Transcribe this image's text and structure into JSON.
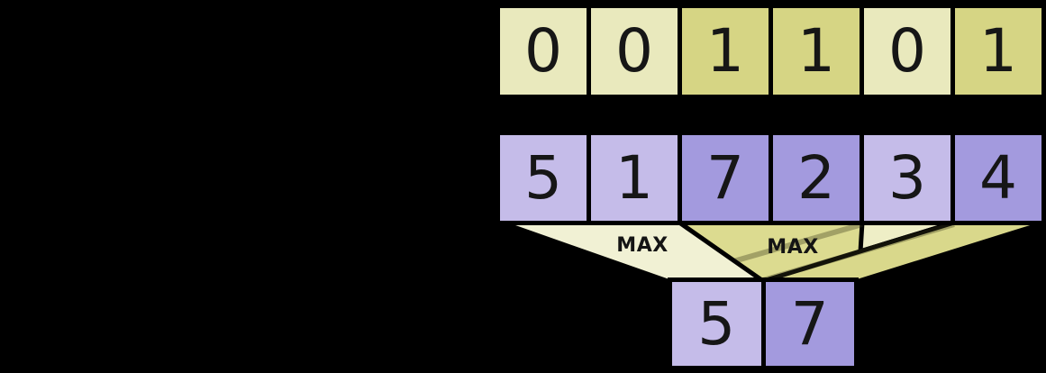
{
  "diagram": {
    "mask_row": [
      "0",
      "0",
      "1",
      "1",
      "0",
      "1"
    ],
    "value_row": [
      "5",
      "1",
      "7",
      "2",
      "3",
      "4"
    ],
    "output_row": [
      "5",
      "7"
    ],
    "operation_labels": [
      "MAX",
      "MAX"
    ],
    "colors": {
      "background": "#000000",
      "outline": "#000000",
      "digit": "#161616",
      "mask_inactive_fill": "#e9e9bd",
      "mask_active_fill": "#d6d584",
      "value_inactive_fill": "#c5bce9",
      "value_active_fill": "#a39ade",
      "funnel_light_fill": "#f1f1d4",
      "funnel_dark_fill": "#dcdb90",
      "crossover_band_light": "#eeeec6",
      "crossover_band_dark": "#d9d88b"
    }
  }
}
